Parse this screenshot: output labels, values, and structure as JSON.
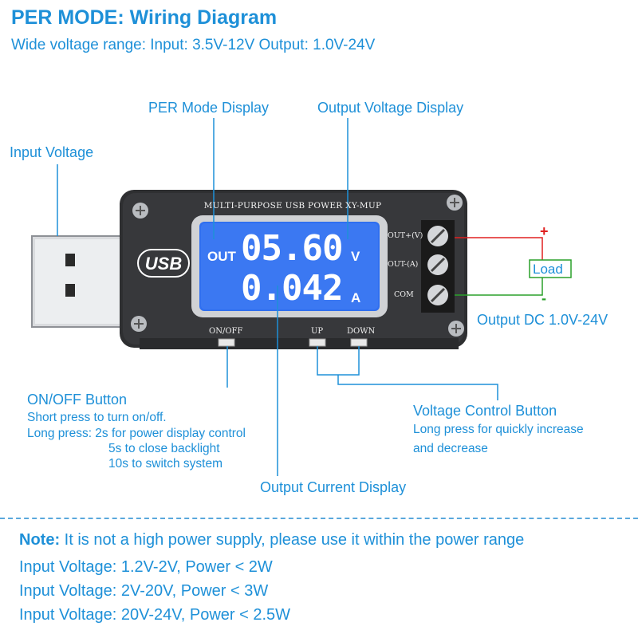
{
  "header": {
    "title": "PER MODE: Wiring Diagram",
    "subtitle": "Wide voltage range: Input: 3.5V-12V Output: 1.0V-24V"
  },
  "callouts": {
    "per_mode_display": "PER Mode Display",
    "output_voltage_display": "Output Voltage Display",
    "input_voltage": "Input Voltage",
    "output_dc": "Output DC 1.0V-24V",
    "load": "Load",
    "plus": "+",
    "minus": "-",
    "onoff_button": {
      "title": "ON/OFF Button",
      "lines": [
        "Short press to turn on/off.",
        "Long press: 2s for power display control",
        "5s to close backlight",
        "10s to switch system"
      ]
    },
    "voltage_control": {
      "title": "Voltage Control Button",
      "lines": [
        "Long press for quickly increase",
        "and decrease"
      ]
    },
    "output_current_display": "Output Current Display"
  },
  "device": {
    "board_title": "MULTI-PURPOSE USB POWER XY-MUP",
    "usb_logo": "USB",
    "lcd_out_label": "OUT",
    "lcd_voltage": "05.60",
    "lcd_voltage_unit": "V",
    "lcd_current": "0.042",
    "lcd_current_unit": "A",
    "terminal_labels": [
      "OUT+(V)",
      "OUT-(A)",
      "COM"
    ],
    "button_labels": {
      "onoff": "ON/OFF",
      "up": "UP",
      "down": "DOWN"
    },
    "colors": {
      "board": "#2e2f31",
      "lcd": "#2f6ff0",
      "accent_text": "#1e90d8",
      "wire_red": "#e02020",
      "wire_green": "#2aa02a"
    }
  },
  "note": {
    "label": "Note:",
    "text": " It is not a high power supply, please use it within the power range",
    "lines": [
      "Input Voltage: 1.2V-2V, Power < 2W",
      "Input Voltage: 2V-20V, Power < 3W",
      "Input Voltage: 20V-24V, Power < 2.5W"
    ]
  }
}
